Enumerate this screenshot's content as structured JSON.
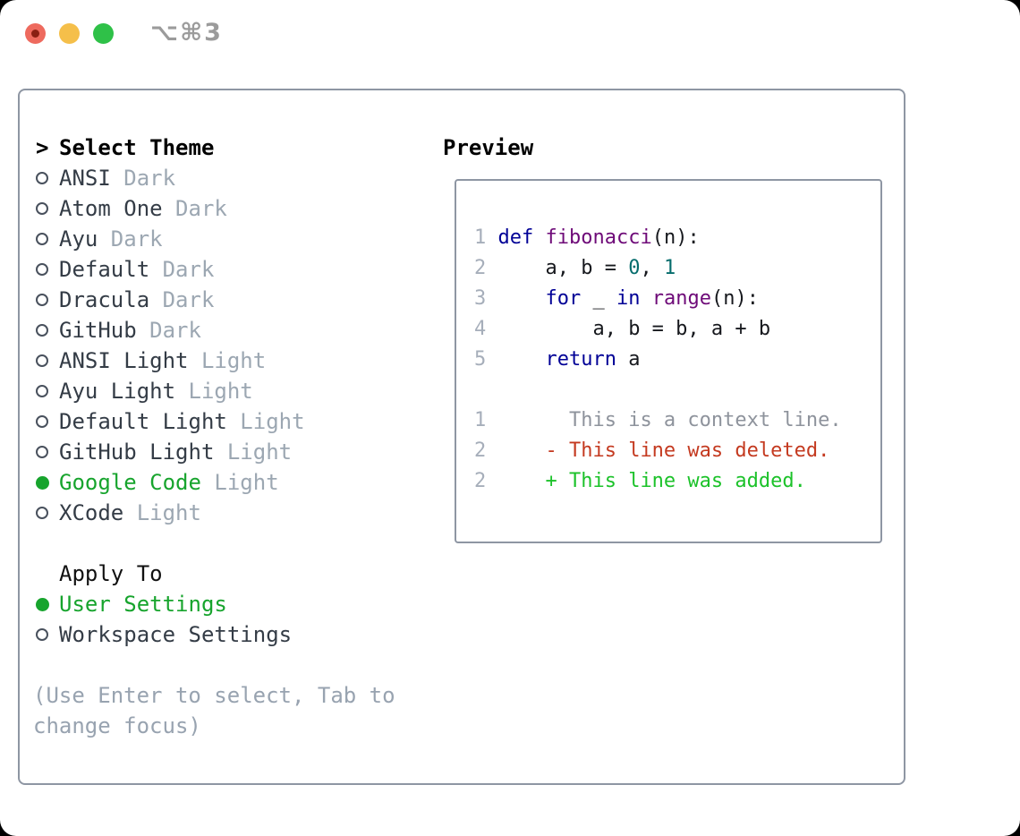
{
  "window": {
    "title": "⌥⌘3"
  },
  "theme_panel": {
    "cursor": ">",
    "title": "Select Theme",
    "items": [
      {
        "name": "ANSI",
        "variant": "Dark",
        "selected": false
      },
      {
        "name": "Atom One",
        "variant": "Dark",
        "selected": false
      },
      {
        "name": "Ayu",
        "variant": "Dark",
        "selected": false
      },
      {
        "name": "Default",
        "variant": "Dark",
        "selected": false
      },
      {
        "name": "Dracula",
        "variant": "Dark",
        "selected": false
      },
      {
        "name": "GitHub",
        "variant": "Dark",
        "selected": false
      },
      {
        "name": "ANSI Light",
        "variant": "Light",
        "selected": false
      },
      {
        "name": "Ayu Light",
        "variant": "Light",
        "selected": false
      },
      {
        "name": "Default Light",
        "variant": "Light",
        "selected": false
      },
      {
        "name": "GitHub Light",
        "variant": "Light",
        "selected": false
      },
      {
        "name": "Google Code",
        "variant": "Light",
        "selected": true
      },
      {
        "name": "XCode",
        "variant": "Light",
        "selected": false
      }
    ],
    "apply_to": {
      "title": "Apply To",
      "options": [
        {
          "label": "User Settings",
          "selected": true
        },
        {
          "label": "Workspace Settings",
          "selected": false
        }
      ]
    },
    "help_lines": [
      "(Use Enter to select, Tab to",
      "change focus)"
    ]
  },
  "preview": {
    "title": "Preview",
    "lines": [
      {
        "num": "1",
        "tokens": [
          [
            "def",
            "kw"
          ],
          [
            " ",
            "pl"
          ],
          [
            "fibonacci",
            "ty"
          ],
          [
            "(n):",
            "pl"
          ]
        ]
      },
      {
        "num": "2",
        "tokens": [
          [
            "    a, b = ",
            "pl"
          ],
          [
            "0",
            "li"
          ],
          [
            ", ",
            "pl"
          ],
          [
            "1",
            "li"
          ]
        ]
      },
      {
        "num": "3",
        "tokens": [
          [
            "    ",
            "pl"
          ],
          [
            "for",
            "kw"
          ],
          [
            " _ ",
            "pl"
          ],
          [
            "in",
            "kw"
          ],
          [
            " ",
            "pl"
          ],
          [
            "range",
            "ty"
          ],
          [
            "(n):",
            "pl"
          ]
        ]
      },
      {
        "num": "4",
        "tokens": [
          [
            "        a, b = b, a + b",
            "pl"
          ]
        ]
      },
      {
        "num": "5",
        "tokens": [
          [
            "    ",
            "pl"
          ],
          [
            "return",
            "kw"
          ],
          [
            " a",
            "pl"
          ]
        ]
      },
      {
        "blank": true
      },
      {
        "num": "1",
        "tokens": [
          [
            "      This is a context line.",
            "ctx"
          ]
        ]
      },
      {
        "num": "2",
        "tokens": [
          [
            "    - This line was deleted.",
            "del"
          ]
        ]
      },
      {
        "num": "2",
        "tokens": [
          [
            "    + This line was added.",
            "add"
          ]
        ]
      }
    ]
  },
  "colors": {
    "accent_green": "#17a42d",
    "diff_red": "#c43a20",
    "diff_green": "#1cc22a",
    "keyword_blue": "#000096",
    "name_purple": "#6e0a78",
    "literal_teal": "#066d6d",
    "border_gray": "#8e96a3",
    "muted_gray": "#9ca7b2",
    "traffic_red": "#ee6a5e",
    "traffic_yellow": "#f5bf4a",
    "traffic_green": "#2fc148"
  }
}
